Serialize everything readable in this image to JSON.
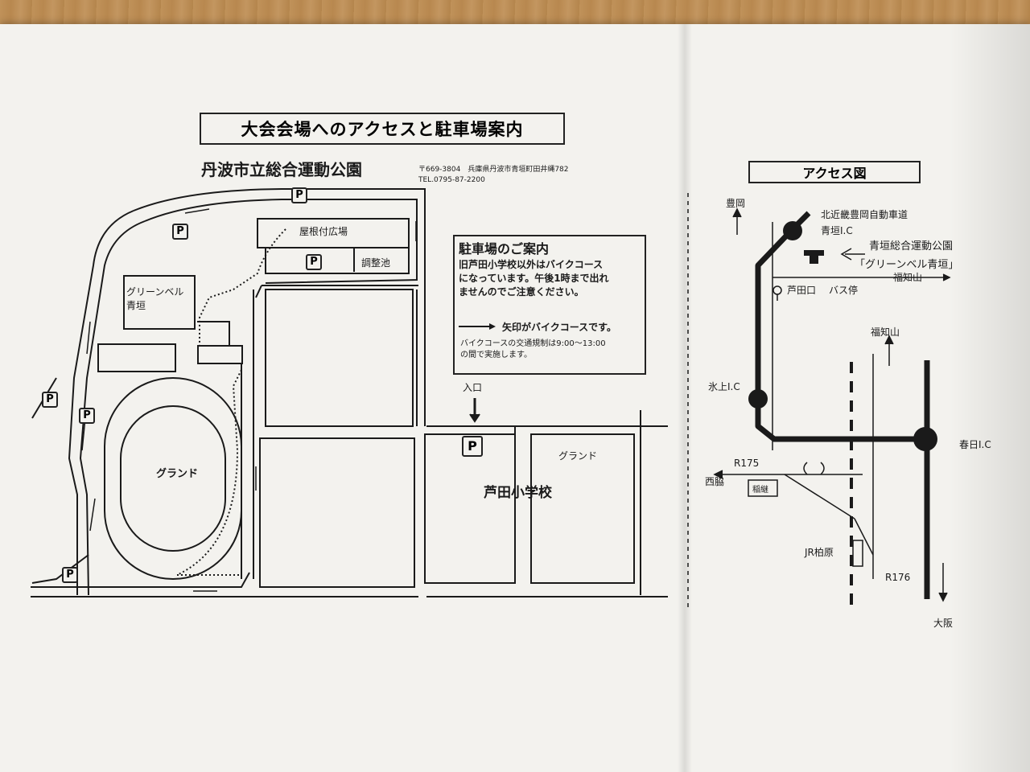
{
  "doc_title": "大会会場へのアクセスと駐車場案内",
  "park": {
    "name": "丹波市立総合運動公園",
    "address": "〒669-3804　兵庫県丹波市青垣町田井縄782",
    "tel": "TEL.0795-87-2200"
  },
  "site_map": {
    "p_label": "P",
    "roof_plaza": "屋根付広場",
    "pond": "調整池",
    "greenbell": "グリーンベル\n青垣",
    "greenbell_line1": "グリーンベル",
    "greenbell_line2": "青垣",
    "ground": "グランド",
    "entrance": "入口",
    "school_ground": "グランド",
    "school": "芦田小学校"
  },
  "notice": {
    "title": "駐車場のご案内",
    "lines": [
      "旧芦田小学校以外はバイクコース",
      "になっています。午後1時まで出れ",
      "ませんのでご注意ください。"
    ],
    "arrow_text": "矢印がバイクコースです。",
    "reg_line1": "バイクコースの交通規制は9:00〜13:00",
    "reg_line2": "の間で実施します。"
  },
  "access_map": {
    "title": "アクセス図",
    "toyooka": "豊岡",
    "expressway": "北近畿豊岡自動車道",
    "aogaki_ic": "青垣I.C",
    "facility": "青垣総合運動公園",
    "facility_name": "「グリーンベル青垣」",
    "fukuchiyama1": "福知山",
    "ashidaguchi": "芦田口",
    "bus_stop": "バス停",
    "fukuchiyama2": "福知山",
    "hikami_ic": "氷上I.C",
    "kasuga_ic": "春日I.C",
    "r175": "R175",
    "nishiwaki": "西脇",
    "inatsugi": "稲継",
    "jr_kaibara": "JR柏原",
    "r176": "R176",
    "osaka": "大阪"
  }
}
